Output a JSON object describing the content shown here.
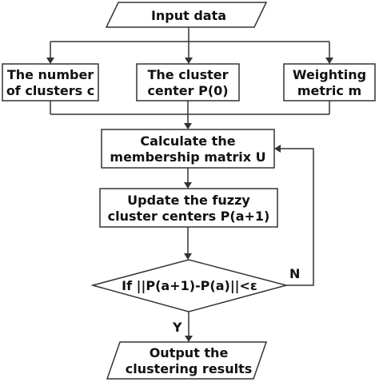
{
  "diagram": {
    "input": "Input data",
    "param_c": [
      "The number",
      "of clusters c"
    ],
    "param_p": [
      "The cluster",
      "center  P(0)"
    ],
    "param_m": [
      "Weighting",
      "metric m"
    ],
    "calc_u": [
      "Calculate the",
      "membership matrix U"
    ],
    "update_p": [
      "Update the fuzzy",
      "cluster centers P(a+1)"
    ],
    "condition": "If ||P(a+1)-P(a)||<ε",
    "yes_label": "Y",
    "no_label": "N",
    "output": [
      "Output the",
      "clustering results"
    ]
  }
}
